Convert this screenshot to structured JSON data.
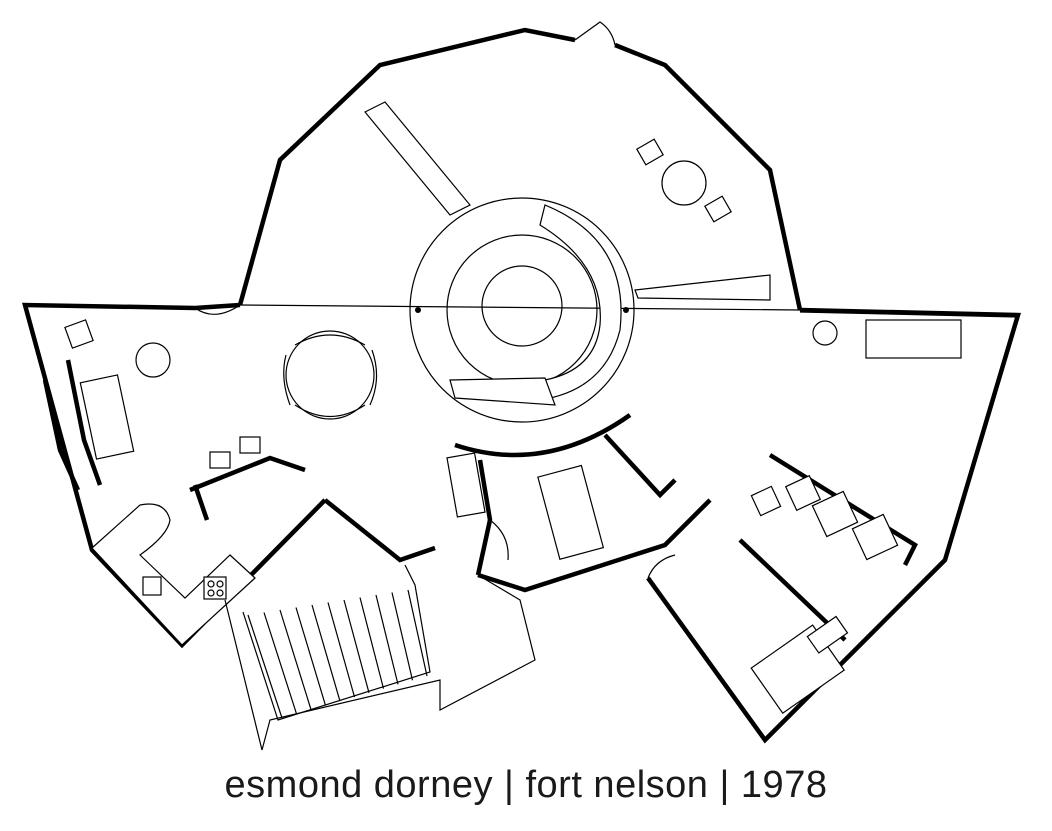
{
  "caption": {
    "architect": "esmond dorney",
    "location": "fort nelson",
    "year": "1978",
    "separator": "|"
  },
  "colors": {
    "line": "#000000",
    "background": "#ffffff"
  }
}
